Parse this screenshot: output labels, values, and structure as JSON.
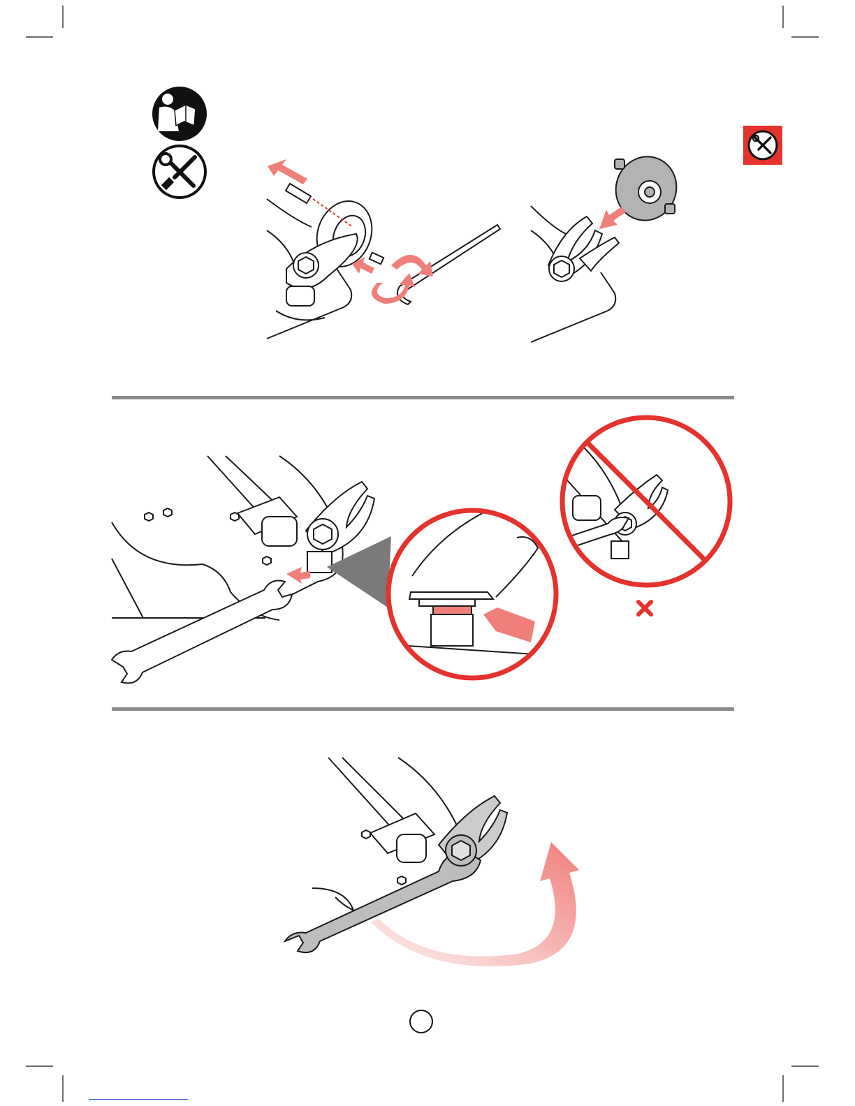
{
  "page": {
    "page_number": ""
  },
  "icons": {
    "read_manual": "read-manual-icon",
    "tools": "tools-icon",
    "tab_tools": "tools-tab-icon",
    "wrong_mark": "cross-mark-icon"
  },
  "colors": {
    "accent_red": "#e5322d",
    "arrow_red": "#f07f7a",
    "divider_gray": "#8a8a8a",
    "line": "#1a1a1a",
    "zoom_wedge": "#7a7a7a",
    "link_blue": "#3b5fd6"
  },
  "steps": [
    {
      "name": "remove-wheel-axle"
    },
    {
      "name": "remove-wheel"
    },
    {
      "name": "hold-nut-with-wrench"
    },
    {
      "name": "rotate-wrench"
    }
  ]
}
